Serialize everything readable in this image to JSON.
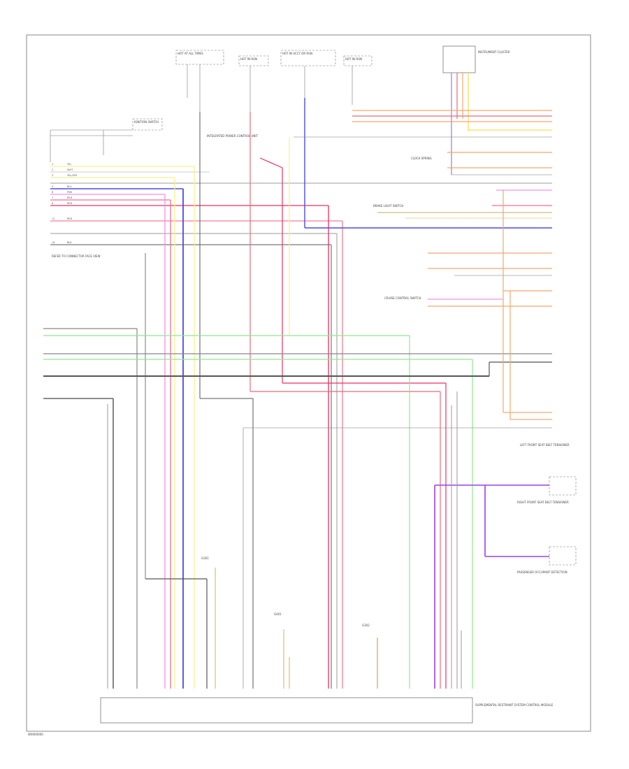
{
  "diagram": {
    "labels": {
      "fuse_box_1": "HOT AT ALL TIMES",
      "fuse_box_2": "HOT IN RUN",
      "fuse_box_3": "HOT IN ACCY OR RUN",
      "fuse_box_4": "HOT IN RUN",
      "relay_label": "INTEGRATED POWER CONTROL UNIT",
      "ignition_switch": "IGNITION SWITCH",
      "main_connector_note": "REFER TO CONNECTOR FACE VIEW",
      "instrument_cluster": "INSTRUMENT CLUSTER",
      "ground_1": "G301",
      "ground_2": "G401",
      "ground_3": "G302",
      "brake_switch": "BRAKE LIGHT SWITCH",
      "clock_spring": "CLOCK SPRING",
      "cruise_switch": "CRUISE CONTROL SWITCH",
      "left_sensor": "LEFT FRONT SEAT BELT TENSIONER",
      "right_sensor": "RIGHT FRONT SEAT BELT TENSIONER",
      "passenger_sensor": "PASSENGER OCCUPANT DETECTION",
      "module": "SUPPLEMENTAL RESTRAINT SYSTEM CONTROL MODULE",
      "figure_id": "W0000000"
    }
  }
}
